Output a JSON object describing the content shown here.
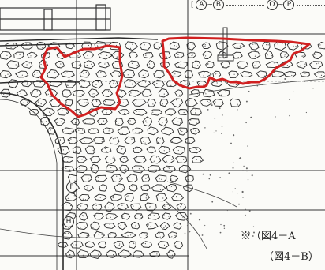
{
  "figure": {
    "markers": {
      "F": "F",
      "H": "H"
    },
    "legend": {
      "bracket": "[",
      "a": "A",
      "tilde1": "~",
      "b": "B",
      "o": "O",
      "tilde2": "~",
      "p": "P"
    },
    "notes": {
      "ref_a": "※（図4－A",
      "ref_b": "（図4－B）"
    },
    "colors": {
      "highlight": "#d02020",
      "ink": "#2a2a2a",
      "paper": "#fbfbf8"
    }
  }
}
